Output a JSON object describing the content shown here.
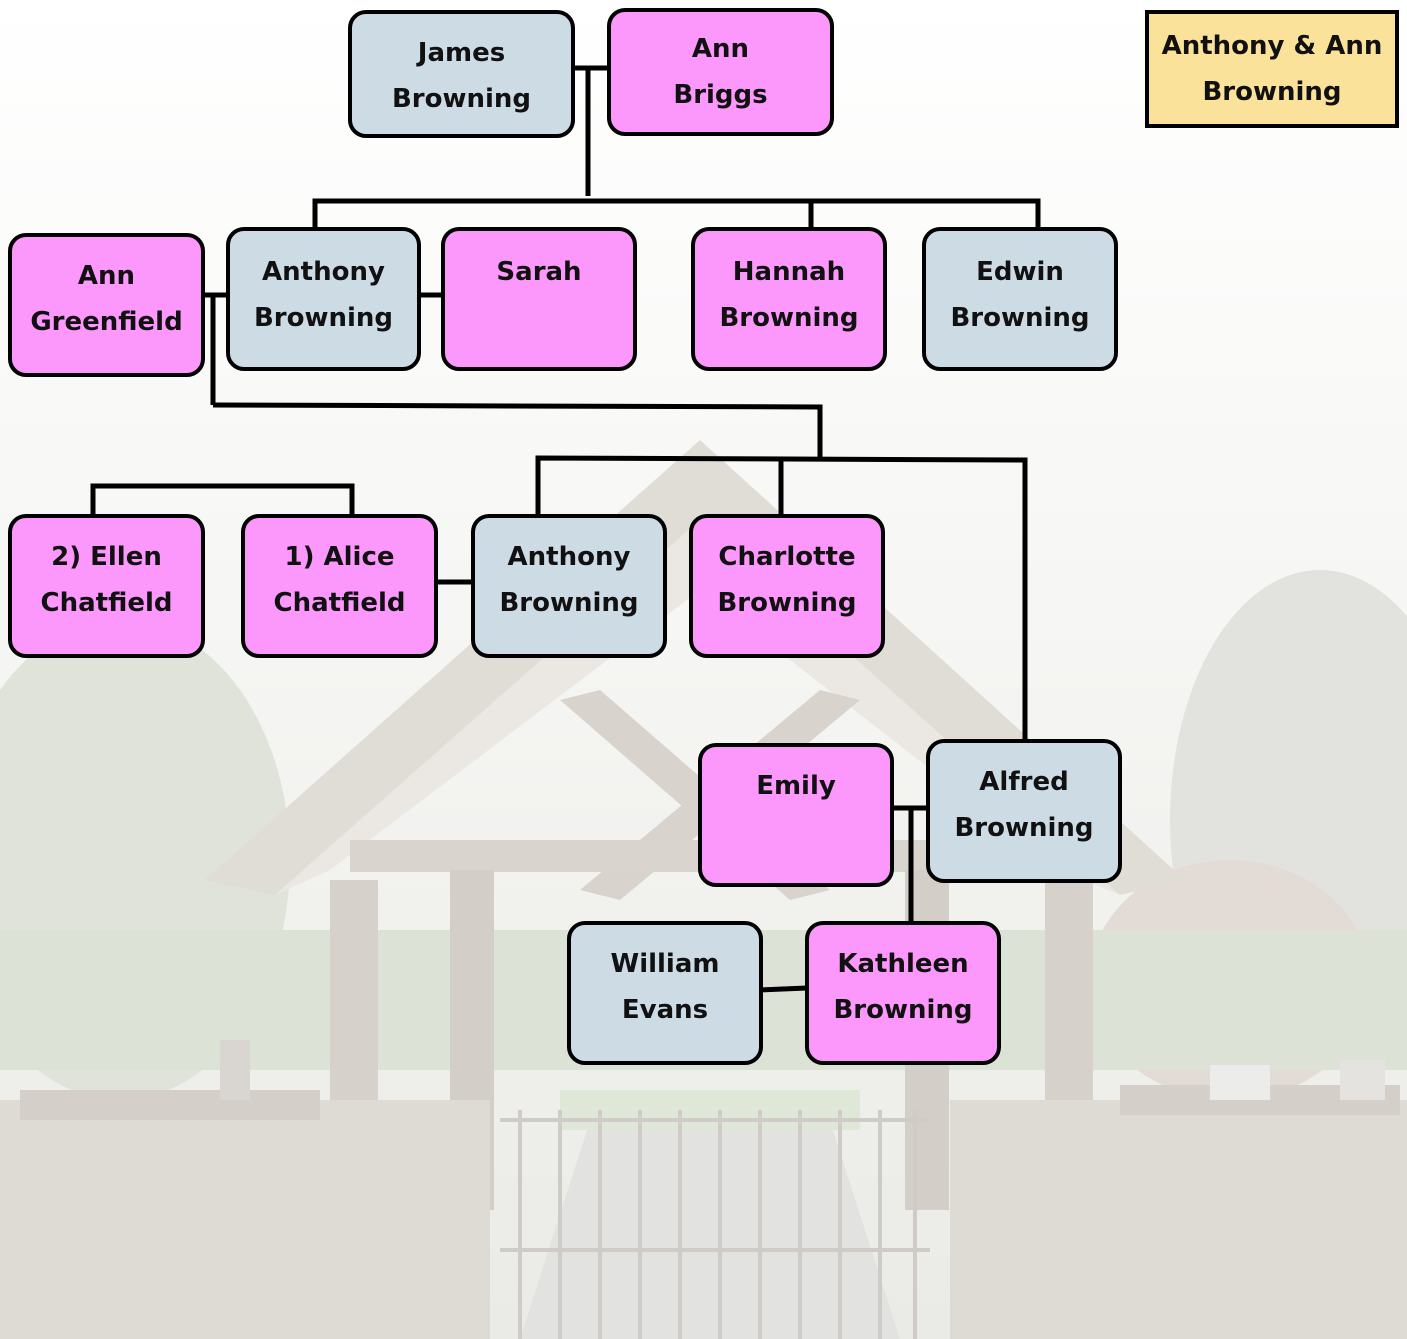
{
  "title": {
    "line1": "Anthony & Ann",
    "line2": "Browning"
  },
  "people": {
    "james": {
      "line1": "James",
      "line2": "Browning"
    },
    "ann_briggs": {
      "line1": "Ann",
      "line2": "Briggs"
    },
    "ann_greenfield": {
      "line1": "Ann",
      "line2": "Greenfield"
    },
    "anthony_sr": {
      "line1": "Anthony",
      "line2": "Browning"
    },
    "sarah": {
      "line1": "Sarah",
      "line2": ""
    },
    "hannah": {
      "line1": "Hannah",
      "line2": "Browning"
    },
    "edwin": {
      "line1": "Edwin",
      "line2": "Browning"
    },
    "ellen": {
      "line1": "2) Ellen",
      "line2": "Chatfield"
    },
    "alice": {
      "line1": "1) Alice",
      "line2": "Chatfield"
    },
    "anthony_jr": {
      "line1": "Anthony",
      "line2": "Browning"
    },
    "charlotte": {
      "line1": "Charlotte",
      "line2": "Browning"
    },
    "emily": {
      "line1": "Emily",
      "line2": ""
    },
    "alfred": {
      "line1": "Alfred",
      "line2": "Browning"
    },
    "william": {
      "line1": "William",
      "line2": "Evans"
    },
    "kathleen": {
      "line1": "Kathleen",
      "line2": "Browning"
    }
  },
  "colors": {
    "female": "#fc97fc",
    "male": "#cddbe5",
    "title": "#fbe29a",
    "line": "#000000"
  }
}
